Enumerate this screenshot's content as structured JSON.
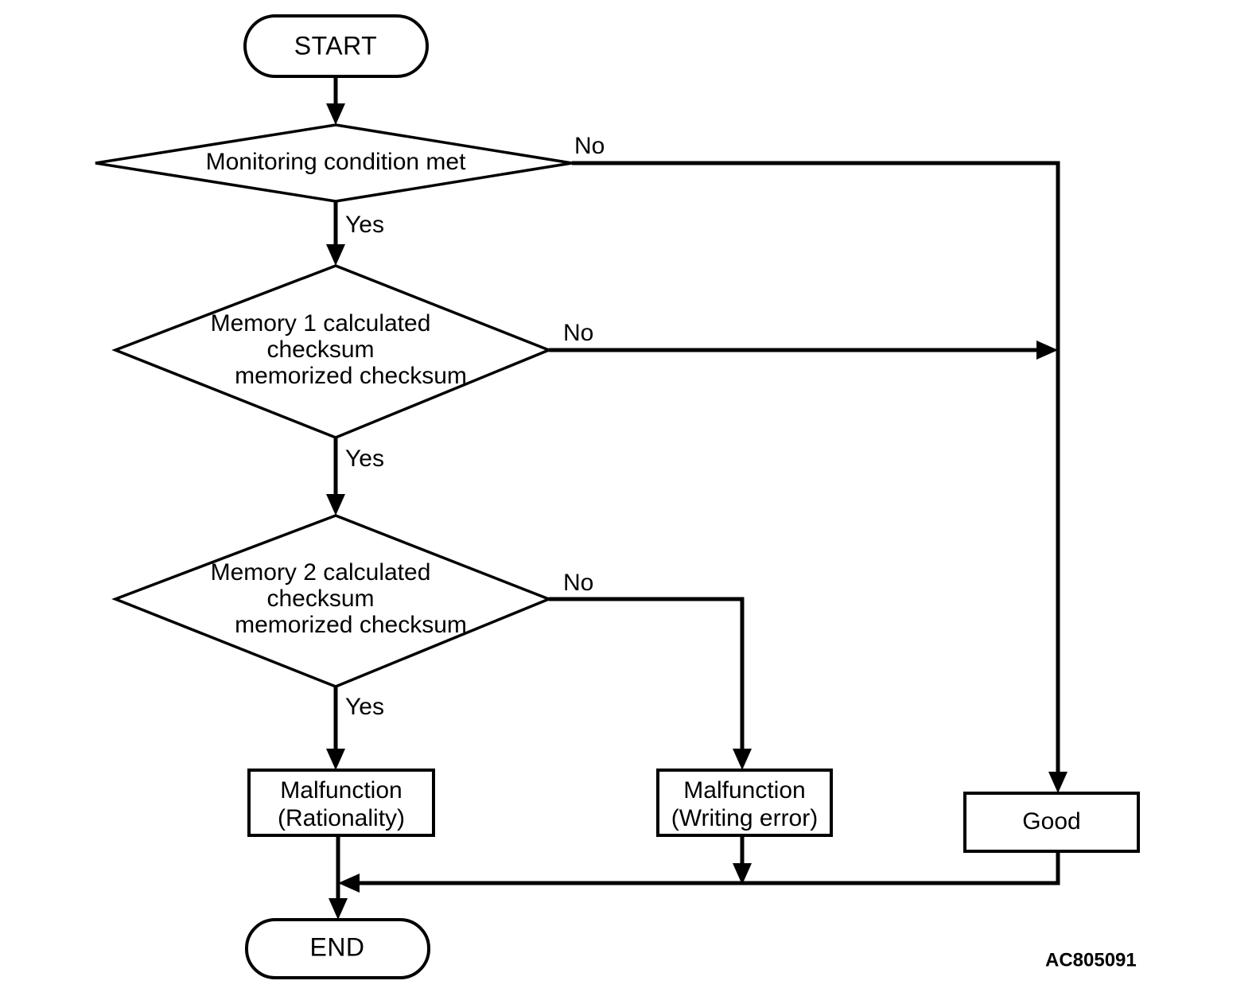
{
  "figure": {
    "code": "AC805091",
    "background_color": "#ffffff",
    "line_color": "#000000"
  },
  "nodes": {
    "start": {
      "label": "START",
      "shape": "terminator"
    },
    "decision_1": {
      "label": "Monitoring condition met",
      "shape": "diamond"
    },
    "decision_2": {
      "line1": "Memory 1 calculated",
      "line2": "checksum",
      "line3": "memorized checksum",
      "shape": "diamond"
    },
    "decision_3": {
      "line1": "Memory 2 calculated",
      "line2": "checksum",
      "line3": "memorized checksum",
      "shape": "diamond"
    },
    "malfunction_rationality": {
      "line1": "Malfunction",
      "line2": "(Rationality)",
      "shape": "process"
    },
    "malfunction_writing_error": {
      "line1": "Malfunction",
      "line2": "(Writing error)",
      "shape": "process"
    },
    "good": {
      "label": "Good",
      "shape": "process"
    },
    "end": {
      "label": "END",
      "shape": "terminator"
    }
  },
  "edge_labels": {
    "d1_no": "No",
    "d1_yes": "Yes",
    "d2_no": "No",
    "d2_yes": "Yes",
    "d3_no": "No",
    "d3_yes": "Yes"
  }
}
